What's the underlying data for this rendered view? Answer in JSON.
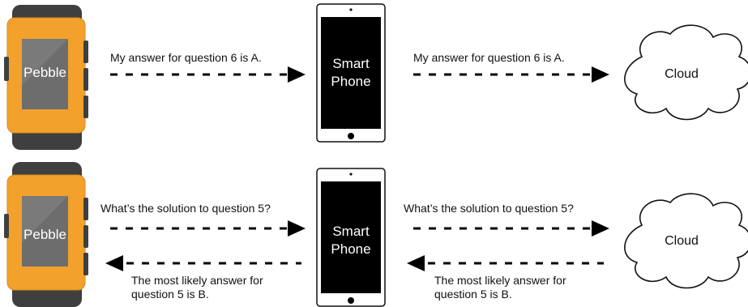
{
  "rows": [
    {
      "watch_label": "Pebble",
      "phone_label_line1": "Smart",
      "phone_label_line2": "Phone",
      "cloud_label": "Cloud",
      "msg_watch_to_phone": "My answer for question 6 is A.",
      "msg_phone_to_cloud": "My answer for question 6 is A."
    },
    {
      "watch_label": "Pebble",
      "phone_label_line1": "Smart",
      "phone_label_line2": "Phone",
      "cloud_label": "Cloud",
      "msg_watch_to_phone": "What’s the solution to question 5?",
      "msg_phone_to_cloud": "What’s the solution to question 5?",
      "msg_phone_to_watch_line1": "The most likely answer for",
      "msg_phone_to_watch_line2": "question 5 is B.",
      "msg_cloud_to_phone_line1": "The most likely answer for",
      "msg_cloud_to_phone_line2": "question 5 is B."
    }
  ],
  "colors": {
    "watch_body": "#f2a12d",
    "watch_strap": "#3f3f3f",
    "watch_screen": "#6d6d6d",
    "phone_screen": "#000000"
  },
  "icons": [
    "pebble-watch-icon",
    "smartphone-icon",
    "cloud-icon",
    "arrow-right-icon",
    "arrow-left-icon"
  ]
}
